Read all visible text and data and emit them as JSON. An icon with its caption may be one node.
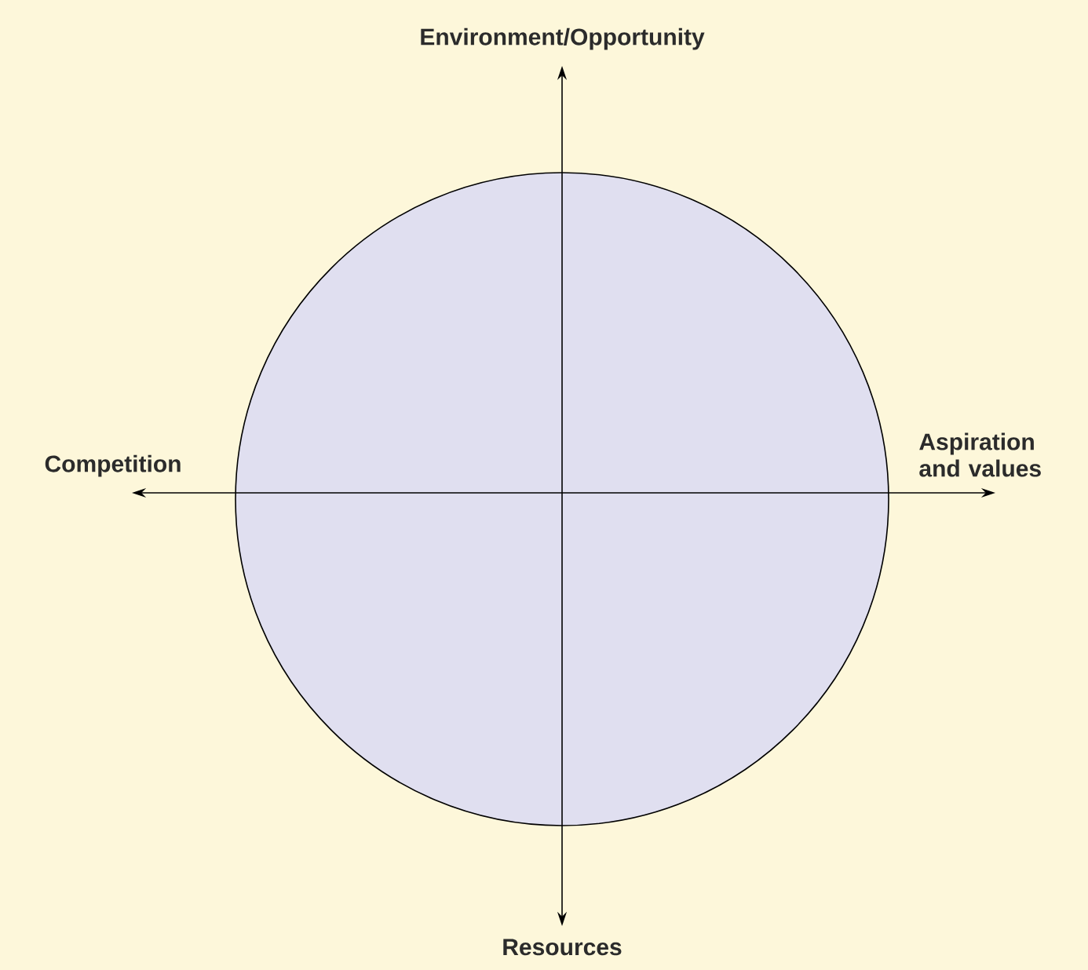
{
  "diagram": {
    "nodes": [
      {
        "text": [
          "Environment/Opportunity"
        ]
      },
      {
        "text": [
          "Competition"
        ]
      },
      {
        "text": [
          "Aspiration and values"
        ]
      },
      {
        "text": [
          "Resources"
        ]
      }
    ],
    "edges": [
      {
        "from": 1,
        "to": 2,
        "arrow": "both"
      },
      {
        "from": 0,
        "to": 3,
        "arrow": "both"
      }
    ]
  }
}
